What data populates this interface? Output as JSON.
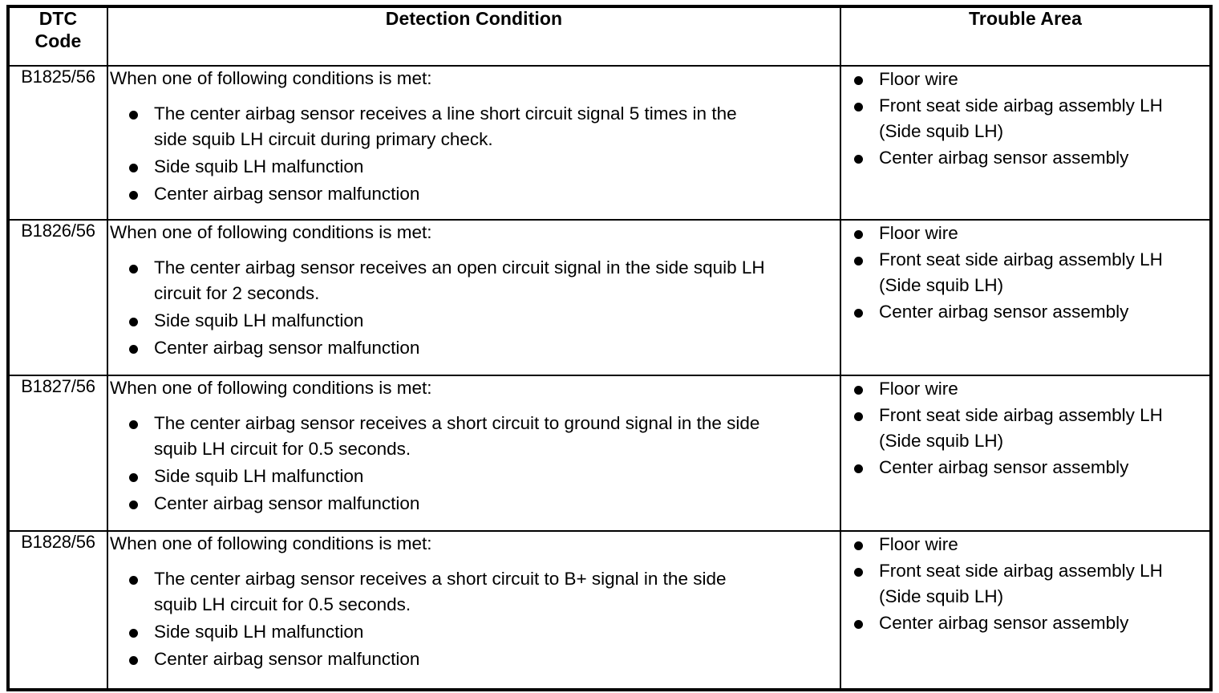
{
  "document": {
    "type": "dtc-diagnostic-table",
    "title": "DTC Code / Detection Condition / Trouble Area"
  },
  "table": {
    "headers": {
      "code": {
        "line1": "DTC",
        "line2": "Code"
      },
      "condition": "Detection Condition",
      "area": "Trouble Area"
    },
    "rows": [
      {
        "code": "B1825/56",
        "condition": {
          "intro": "When one of following conditions is met:",
          "bullets": [
            {
              "line1": "The center airbag sensor receives a line short circuit signal 5 times in the",
              "line2": "side squib LH circuit during primary check."
            },
            {
              "line1": "Side squib LH malfunction"
            },
            {
              "line1": "Center airbag sensor malfunction"
            }
          ]
        },
        "area": {
          "bullets": [
            {
              "line1": "Floor wire"
            },
            {
              "line1": "Front seat side airbag assembly LH",
              "line2": "(Side squib LH)"
            },
            {
              "line1": "Center airbag sensor assembly"
            }
          ]
        }
      },
      {
        "code": "B1826/56",
        "condition": {
          "intro": "When one of following conditions is met:",
          "bullets": [
            {
              "line1": "The center airbag sensor receives an open circuit signal in the side squib LH",
              "line2": "circuit for 2 seconds."
            },
            {
              "line1": "Side squib LH malfunction"
            },
            {
              "line1": "Center airbag sensor malfunction"
            }
          ]
        },
        "area": {
          "bullets": [
            {
              "line1": "Floor wire"
            },
            {
              "line1": "Front seat side airbag assembly LH",
              "line2": "(Side squib LH)"
            },
            {
              "line1": "Center airbag sensor assembly"
            }
          ]
        }
      },
      {
        "code": "B1827/56",
        "condition": {
          "intro": "When one of following conditions is met:",
          "bullets": [
            {
              "line1": "The center airbag sensor receives a short circuit to ground signal in the side",
              "line2": "squib LH circuit for 0.5 seconds."
            },
            {
              "line1": "Side squib LH malfunction"
            },
            {
              "line1": "Center airbag sensor malfunction"
            }
          ]
        },
        "area": {
          "bullets": [
            {
              "line1": "Floor wire"
            },
            {
              "line1": "Front seat side airbag assembly LH",
              "line2": "(Side squib LH)"
            },
            {
              "line1": "Center airbag sensor assembly"
            }
          ]
        }
      },
      {
        "code": "B1828/56",
        "condition": {
          "intro": "When one of following conditions is met:",
          "bullets": [
            {
              "line1": "The center airbag sensor receives a short circuit to B+ signal in the side",
              "line2": "squib LH circuit for 0.5 seconds."
            },
            {
              "line1": "Side squib LH malfunction"
            },
            {
              "line1": "Center airbag sensor malfunction"
            }
          ]
        },
        "area": {
          "bullets": [
            {
              "line1": "Floor wire"
            },
            {
              "line1": "Front seat side airbag assembly LH",
              "line2": "(Side squib LH)"
            },
            {
              "line1": "Center airbag sensor assembly"
            }
          ]
        }
      }
    ]
  },
  "colors": {
    "ink": "#000000",
    "paper": "#ffffff"
  }
}
